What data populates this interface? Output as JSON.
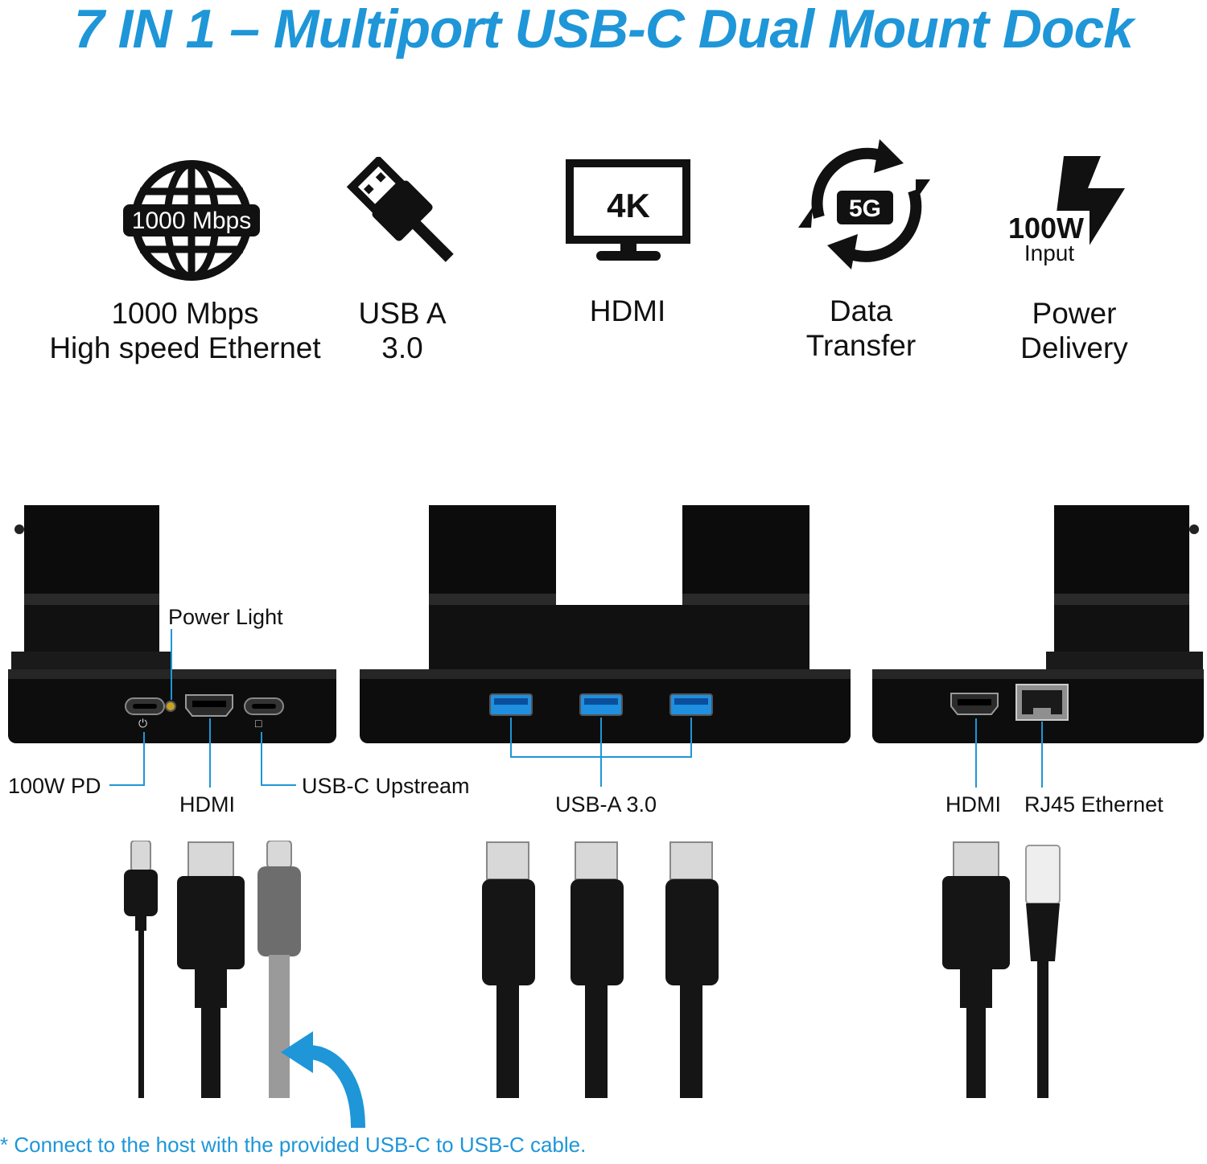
{
  "title": "7 IN 1 – Multiport USB-C Dual Mount Dock",
  "features": [
    {
      "icon": "globe-icon",
      "badge": "1000 Mbps",
      "lines": [
        "1000 Mbps",
        "High speed Ethernet"
      ]
    },
    {
      "icon": "usb-plug-icon",
      "lines": [
        "USB A",
        "3.0"
      ]
    },
    {
      "icon": "monitor-icon",
      "badge": "4K",
      "lines": [
        "HDMI"
      ]
    },
    {
      "icon": "sync-arrows-icon",
      "badge": "5G",
      "lines": [
        "Data",
        "Transfer"
      ]
    },
    {
      "icon": "lightning-icon",
      "badge": "100W",
      "badge_sub": "Input",
      "lines": [
        "Power",
        "Delivery"
      ]
    }
  ],
  "ports": {
    "left": {
      "power_light": "Power Light",
      "pd": "100W PD",
      "hdmi": "HDMI",
      "usbc_up": "USB-C Upstream"
    },
    "middle": {
      "usba": "USB-A 3.0"
    },
    "right": {
      "hdmi": "HDMI",
      "rj45": "RJ45 Ethernet"
    }
  },
  "note": "* Connect to the host with the provided USB-C to USB-C cable.",
  "colors": {
    "accent": "#1e96d8",
    "usb_blue": "#1f8fe0",
    "dock_black": "#0d0d0d"
  }
}
